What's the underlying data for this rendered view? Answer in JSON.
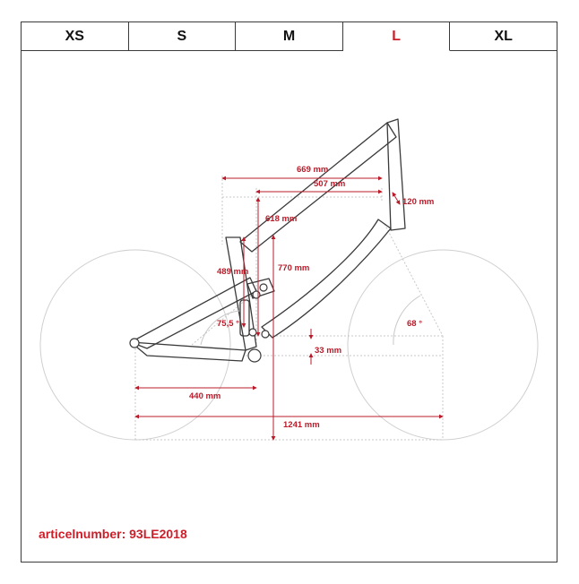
{
  "tabs": [
    {
      "label": "XS",
      "active": false
    },
    {
      "label": "S",
      "active": false
    },
    {
      "label": "M",
      "active": false
    },
    {
      "label": "L",
      "active": true
    },
    {
      "label": "XL",
      "active": false
    }
  ],
  "dimensions": {
    "reach_total": "669 mm",
    "reach": "507 mm",
    "head_tube": "120 mm",
    "stack": "618 mm",
    "seat_tube": "489 mm",
    "seat_height": "770 mm",
    "seat_angle": "75,5 °",
    "head_angle": "68 °",
    "bb_drop": "33 mm",
    "chainstay": "440 mm",
    "wheelbase": "1241 mm"
  },
  "article": "articelnumber: 93LE2018",
  "colors": {
    "accent": "#cc1f2a",
    "line": "#3a3a3a",
    "wheel": "#c9c9c9",
    "dim": "#b81c2a"
  }
}
